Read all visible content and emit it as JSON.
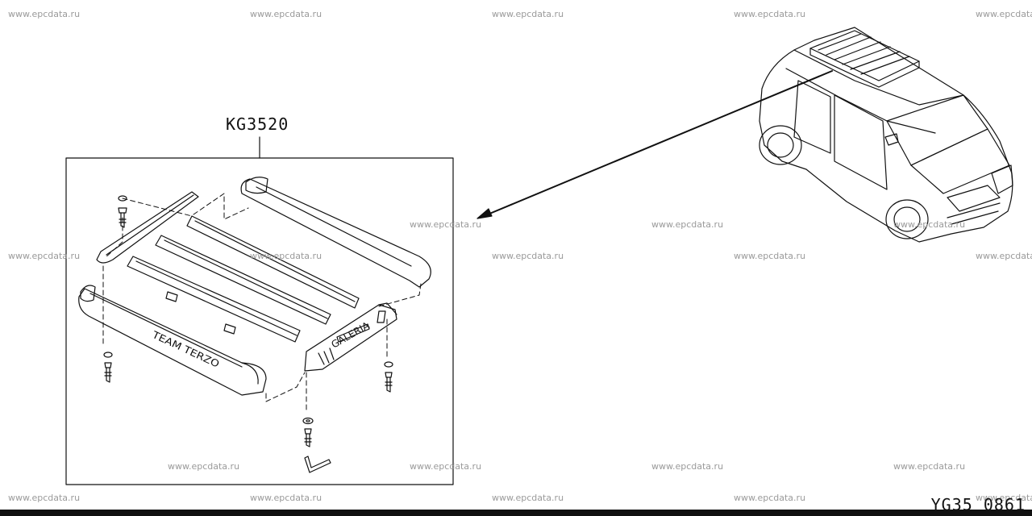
{
  "watermark": "www.epcdata.ru",
  "part_number": "KG3520",
  "figure_code": "YG35  0861",
  "rack_labels": {
    "side_left": "TEAM TERZO",
    "side_right": "GALERIA"
  },
  "colors": {
    "line": "#111111",
    "watermark": "#9a9a9a",
    "background": "#ffffff"
  }
}
